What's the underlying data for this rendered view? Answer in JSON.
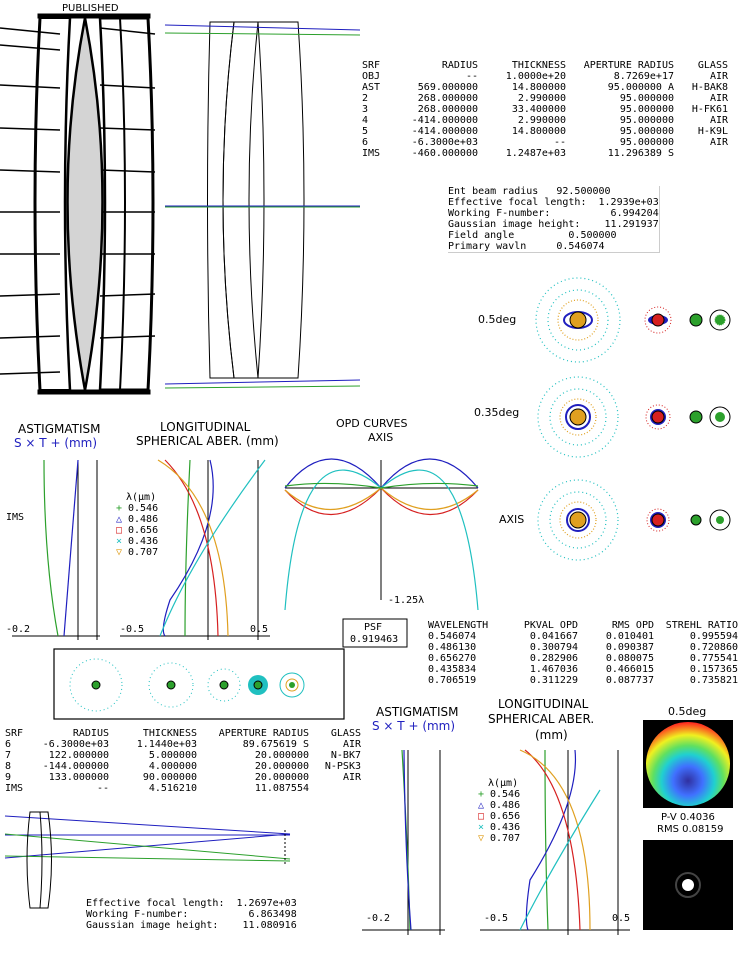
{
  "published_label": "PUBLISHED",
  "top_table": {
    "headers": [
      "SRF",
      "RADIUS",
      "THICKNESS",
      "APERTURE RADIUS",
      "GLASS"
    ],
    "rows": [
      [
        "OBJ",
        "--",
        "1.0000e+20",
        "8.7269e+17",
        "AIR"
      ],
      [
        "AST",
        "569.000000",
        "14.800000",
        "95.000000 A",
        "H-BAK8"
      ],
      [
        "2",
        "268.000000",
        "2.990000",
        "95.000000",
        "AIR"
      ],
      [
        "3",
        "268.000000",
        "33.400000",
        "95.000000",
        "H-FK61"
      ],
      [
        "4",
        "-414.000000",
        "2.990000",
        "95.000000",
        "AIR"
      ],
      [
        "5",
        "-414.000000",
        "14.800000",
        "95.000000",
        "H-K9L"
      ],
      [
        "6",
        "-6.3000e+03",
        "--",
        "95.000000",
        "AIR"
      ],
      [
        "IMS",
        "-460.000000",
        "1.2487e+03",
        "11.296389 S",
        ""
      ]
    ]
  },
  "top_specs": [
    "Ent beam radius   92.500000",
    "Effective focal length:  1.2939e+03",
    "Working F-number:          6.994204",
    "Gaussian image height:    11.291937",
    "Field angle         0.500000",
    "Primary wavln     0.546074"
  ],
  "spot_fields": [
    "0.5deg",
    "0.35deg",
    "AXIS"
  ],
  "astig1": {
    "title1": "ASTIGMATISM",
    "title2": "S × T + (mm)",
    "ims": "IMS",
    "tick_left": "-0.2"
  },
  "lsa1": {
    "title1": "LONGITUDINAL",
    "title2": "SPHERICAL ABER. (mm)",
    "tick_left": "-0.5",
    "tick_right": "0.5"
  },
  "lambda_label": "λ(μm)",
  "wavelengths": [
    {
      "w": "0.546",
      "color": "#2ca02c",
      "sym": "+"
    },
    {
      "w": "0.486",
      "color": "#1f1fbf",
      "sym": "△"
    },
    {
      "w": "0.656",
      "color": "#d62020",
      "sym": "□"
    },
    {
      "w": "0.436",
      "color": "#20c0c0",
      "sym": "×"
    },
    {
      "w": "0.707",
      "color": "#e0a020",
      "sym": "▽"
    }
  ],
  "opd": {
    "title1": "OPD CURVES",
    "title2": "AXIS",
    "scale": "-1.25λ"
  },
  "psf": {
    "label": "PSF",
    "value": "0.919463"
  },
  "wave_table": {
    "headers": [
      "WAVELENGTH",
      "PKVAL OPD",
      "RMS OPD",
      "STREHL RATIO"
    ],
    "rows": [
      [
        "0.546074",
        "0.041667",
        "0.010401",
        "0.995594"
      ],
      [
        "0.486130",
        "0.300794",
        "0.090387",
        "0.720860"
      ],
      [
        "0.656270",
        "0.282906",
        "0.080075",
        "0.775541"
      ],
      [
        "0.435834",
        "1.467036",
        "0.466015",
        "0.157365"
      ],
      [
        "0.706519",
        "0.311229",
        "0.087737",
        "0.735821"
      ]
    ]
  },
  "bottom_table": {
    "headers": [
      "SRF",
      "RADIUS",
      "THICKNESS",
      "APERTURE RADIUS",
      "GLASS"
    ],
    "rows": [
      [
        "6",
        "-6.3000e+03",
        "1.1440e+03",
        "89.675619 S",
        "AIR"
      ],
      [
        "7",
        "122.000000",
        "5.000000",
        "20.000000",
        "N-BK7"
      ],
      [
        "8",
        "-144.000000",
        "4.000000",
        "20.000000",
        "N-PSK3"
      ],
      [
        "9",
        "133.000000",
        "90.000000",
        "20.000000",
        "AIR"
      ],
      [
        "IMS",
        "--",
        "4.516210",
        "11.087554",
        ""
      ]
    ]
  },
  "bottom_specs": [
    "Effective focal length:  1.2697e+03",
    "Working F-number:          6.863498",
    "Gaussian image height:    11.080916"
  ],
  "astig2": {
    "title1": "ASTIGMATISM",
    "title2": "S × T + (mm)",
    "tick_left": "-0.2"
  },
  "lsa2": {
    "title1": "LONGITUDINAL",
    "title2": "SPHERICAL ABER.",
    "title3": "(mm)",
    "tick_left": "-0.5",
    "tick_right": "0.5"
  },
  "wavefront": {
    "field": "0.5deg",
    "pv": "P-V 0.4036",
    "rms": "RMS 0.08159"
  }
}
